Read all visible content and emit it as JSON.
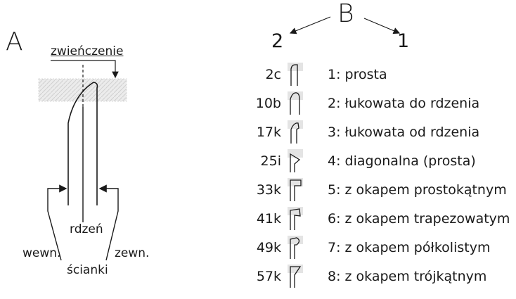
{
  "panel_a": {
    "letter": "A",
    "label_top": "zwieńczenie",
    "label_core": "rdzeń",
    "label_inner": "wewn.",
    "label_outer": "zewn.",
    "label_walls": "ścianki"
  },
  "panel_b": {
    "letter": "B",
    "arrow_left_label": "2",
    "arrow_right_label": "1",
    "rows": [
      {
        "code": "2c",
        "shape": "straight",
        "desc": "1: prosta"
      },
      {
        "code": "10b",
        "shape": "arc-in",
        "desc": "2: łukowata do rdzenia"
      },
      {
        "code": "17k",
        "shape": "arc-out",
        "desc": "3: łukowata od rdzenia"
      },
      {
        "code": "25i",
        "shape": "diagonal",
        "desc": "4: diagonalna (prosta)"
      },
      {
        "code": "33k",
        "shape": "rect",
        "desc": "5: z okapem prostokątnym"
      },
      {
        "code": "41k",
        "shape": "trapez",
        "desc": "6: z okapem trapezowatym"
      },
      {
        "code": "49k",
        "shape": "semi",
        "desc": "7: z okapem półkolistym"
      },
      {
        "code": "57k",
        "shape": "tri",
        "desc": "8: z okapem trójkątnym"
      }
    ]
  }
}
